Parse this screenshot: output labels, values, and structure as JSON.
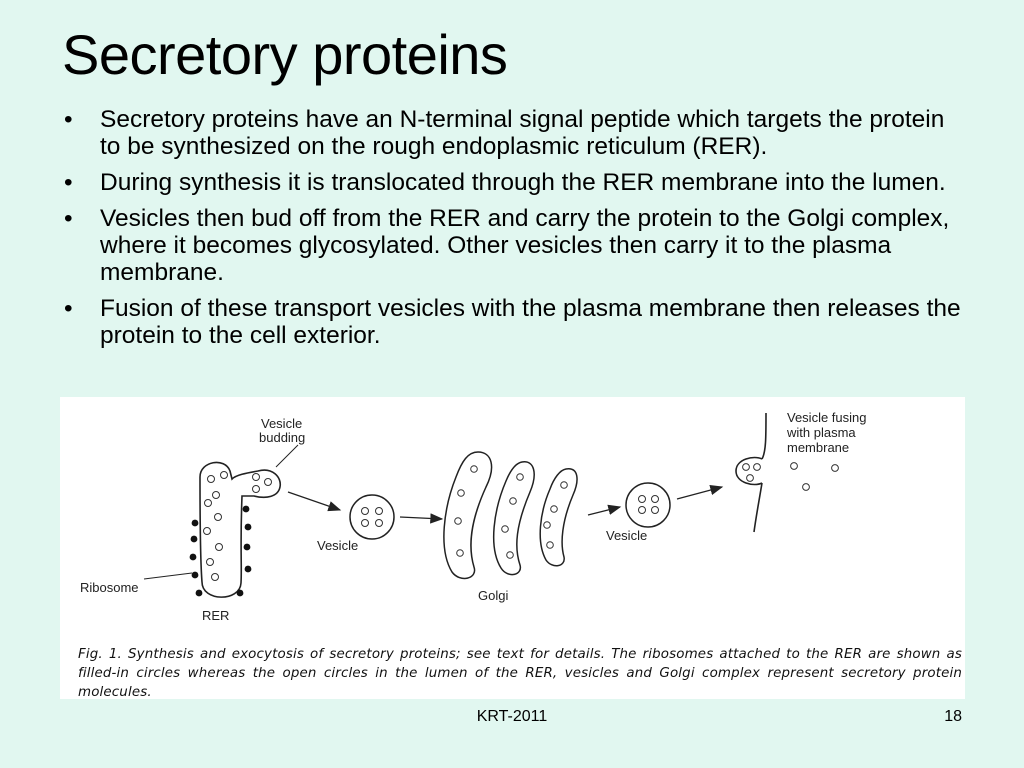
{
  "slide": {
    "title": "Secretory proteins",
    "bullets": [
      "Secretory proteins have an N-terminal signal peptide which targets the protein to be synthesized on the rough endoplasmic reticulum (RER).",
      "During synthesis it is translocated through the RER membrane into the lumen.",
      "Vesicles then bud off from the RER and carry the protein to the Golgi complex, where it becomes glycosylated. Other vesicles then carry it to the plasma membrane.",
      "Fusion of these transport vesicles with the plasma membrane then releases the protein to the cell exterior."
    ],
    "bullet_symbol": "•",
    "footer": "KRT-2011",
    "page_number": "18",
    "background_color": "#e1f7f0"
  },
  "figure": {
    "labels": {
      "vesicle_budding_1": "Vesicle",
      "vesicle_budding_2": "budding",
      "ribosome": "Ribosome",
      "rer": "RER",
      "vesicle_1": "Vesicle",
      "golgi": "Golgi",
      "vesicle_2": "Vesicle",
      "fusing_1": "Vesicle fusing",
      "fusing_2": "with plasma",
      "fusing_3": "membrane"
    },
    "caption": "Fig. 1.   Synthesis and exocytosis of secretory proteins; see text for details. The ribosomes attached to the RER are shown as filled-in circles whereas the open circles in the lumen of the RER, vesicles and Golgi complex represent secretory protein molecules."
  }
}
